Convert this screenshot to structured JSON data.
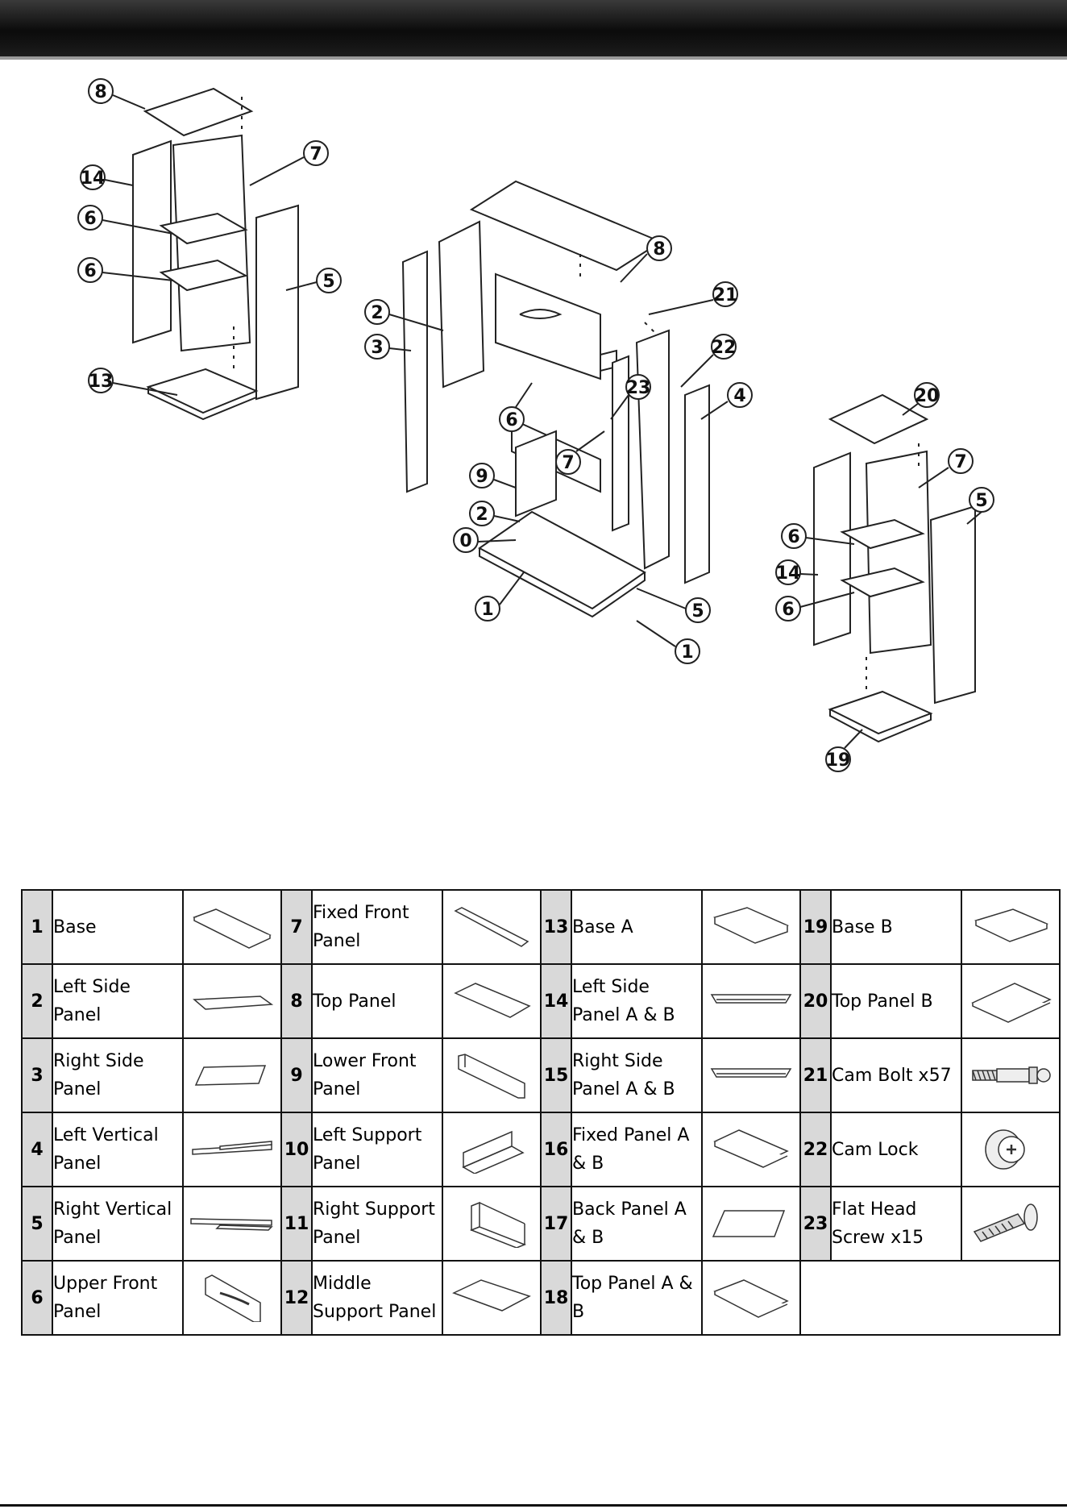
{
  "diagram": {
    "callouts": [
      "8",
      "14",
      "7",
      "6",
      "6",
      "5",
      "13",
      "2",
      "3",
      "8",
      "21",
      "22",
      "4",
      "6",
      "23",
      "7",
      "9",
      "2",
      "0",
      "1",
      "5",
      "1",
      "20",
      "7",
      "5",
      "6",
      "14",
      "6",
      "19"
    ]
  },
  "parts": [
    {
      "num": "1",
      "name": "Base",
      "icon": "flat-board"
    },
    {
      "num": "2",
      "name": "Left Side Panel",
      "icon": "side-board-left"
    },
    {
      "num": "3",
      "name": "Right Side Panel",
      "icon": "side-board-right"
    },
    {
      "num": "4",
      "name": "Left Vertical Panel",
      "icon": "vertical-rail-left"
    },
    {
      "num": "5",
      "name": "Right Vertical Panel",
      "icon": "vertical-rail-right"
    },
    {
      "num": "6",
      "name": "Upper Front Panel",
      "icon": "front-panel-ornament"
    },
    {
      "num": "7",
      "name": "Fixed Front Panel",
      "icon": "narrow-strip"
    },
    {
      "num": "8",
      "name": "Top Panel",
      "icon": "thin-board"
    },
    {
      "num": "9",
      "name": "Lower Front Panel",
      "icon": "lower-front-board"
    },
    {
      "num": "10",
      "name": "Left Support Panel",
      "icon": "l-bracket-left"
    },
    {
      "num": "11",
      "name": "Right Support Panel",
      "icon": "l-bracket-right"
    },
    {
      "num": "12",
      "name": "Middle Support Panel",
      "icon": "thin-board"
    },
    {
      "num": "13",
      "name": "Base A",
      "icon": "thick-base"
    },
    {
      "num": "14",
      "name": "Left Side Panel A & B",
      "icon": "side-rail"
    },
    {
      "num": "15",
      "name": "Right Side Panel A & B",
      "icon": "side-rail"
    },
    {
      "num": "16",
      "name": "Fixed Panel A & B",
      "icon": "shelf-board"
    },
    {
      "num": "17",
      "name": "Back Panel A & B",
      "icon": "back-board"
    },
    {
      "num": "18",
      "name": "Top Panel A & B",
      "icon": "shelf-board"
    },
    {
      "num": "19",
      "name": "Base B",
      "icon": "thick-base"
    },
    {
      "num": "20",
      "name": "Top Panel B",
      "icon": "shelf-board"
    },
    {
      "num": "21",
      "name": "Cam Bolt x57",
      "icon": "cam-bolt"
    },
    {
      "num": "22",
      "name": "Cam Lock",
      "icon": "cam-lock"
    },
    {
      "num": "23",
      "name": "Flat Head Screw x15",
      "icon": "flat-head-screw"
    }
  ]
}
